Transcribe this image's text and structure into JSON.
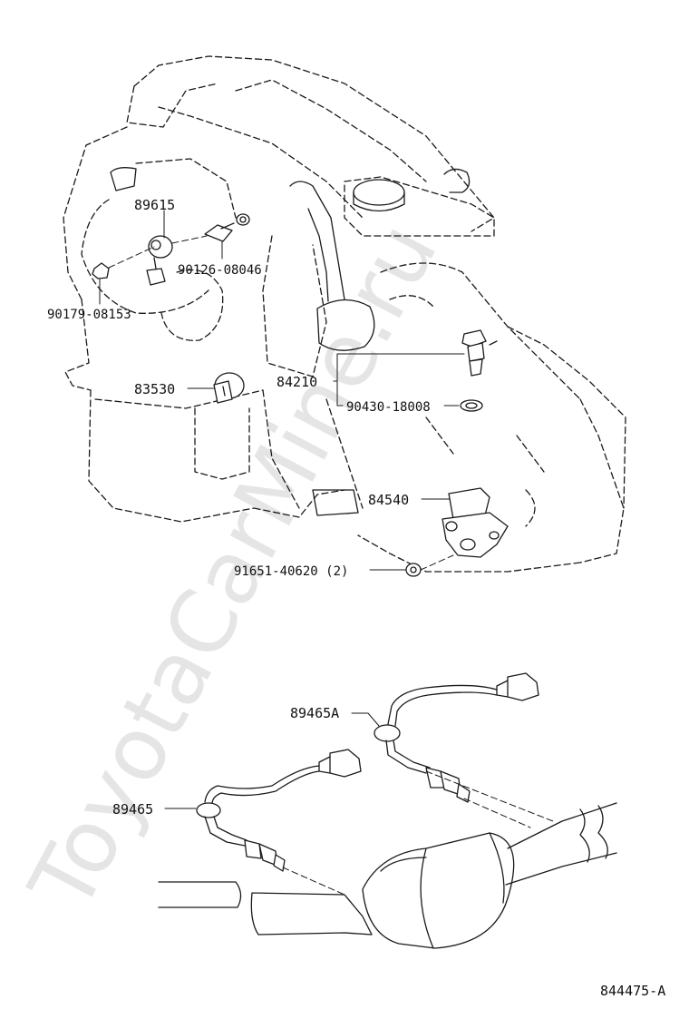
{
  "watermark": "ToyotaCarMine.ru",
  "figure_code": "844475-A",
  "parts": {
    "p89615": "89615",
    "p90126": "90126-08046",
    "p90179": "90179-08153",
    "p83530": "83530",
    "p84210": "84210",
    "p90430": "90430-18008",
    "p84540": "84540",
    "p91651": "91651-40620 (2)",
    "p89465A": "89465A",
    "p89465": "89465"
  }
}
